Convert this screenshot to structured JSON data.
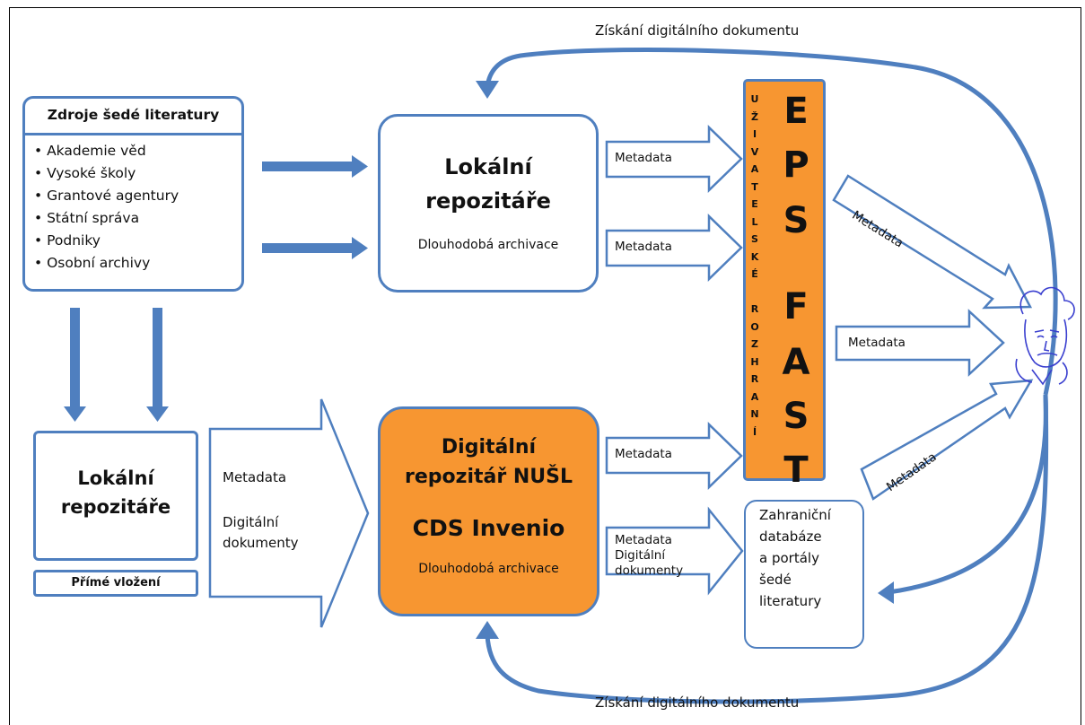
{
  "top_arrow_label": "Získání digitálního dokumentu",
  "bottom_arrow_label": "Získání digitálního dokumentu",
  "sources": {
    "title": "Zdroje šedé literatury",
    "items": [
      "Akademie věd",
      "Vysoké školy",
      "Grantové agentury",
      "Státní správa",
      "Podniky",
      "Osobní archivy"
    ]
  },
  "local_repo_top": {
    "title_line1": "Lokální",
    "title_line2": "repozitáře",
    "subtitle": "Dlouhodobá archivace"
  },
  "local_repo_bottom": {
    "title_line1": "Lokální",
    "title_line2": "repozitáře",
    "direct_insert": "Přímé vložení"
  },
  "big_arrow": {
    "label1": "Metadata",
    "label2_line1": "Digitální",
    "label2_line2": "dokumenty"
  },
  "nusl": {
    "title_line1": "Digitální",
    "title_line2": "repozitář NUŠL",
    "system": "CDS Invenio",
    "subtitle": "Dlouhodobá archivace"
  },
  "arrows": {
    "m1": "Metadata",
    "m2": "Metadata",
    "m3": "Metadata",
    "m4_line1": "Metadata",
    "m4_line2": "Digitální",
    "m4_line3": "dokumenty",
    "out_top": "Metadata",
    "out_mid": "Metadata",
    "out_bottom": "Metadata"
  },
  "interface_letters": [
    "U",
    "Ž",
    "I",
    "V",
    "A",
    "T",
    "E",
    "L",
    "S",
    "K",
    "É",
    "",
    "R",
    "O",
    "Z",
    "H",
    "R",
    "A",
    "N",
    "Í"
  ],
  "eps_letters": [
    "E",
    "P",
    "S"
  ],
  "fast_letters": [
    "F",
    "A",
    "S",
    "T"
  ],
  "foreign": {
    "line1": "Zahraniční",
    "line2": "databáze",
    "line3": "a portály",
    "line4": "šedé",
    "line5": "literatury"
  },
  "colors": {
    "blue": "#4f7fbf",
    "orange": "#f79631",
    "border": "#000000"
  }
}
